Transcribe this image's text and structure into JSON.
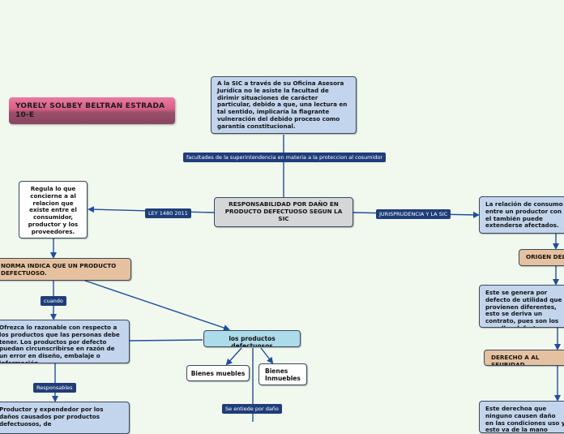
{
  "student": {
    "name_line1": "YORELY SOLBEY BELTRAN ESTRADA",
    "name_line2": "10-E"
  },
  "nodes": {
    "sic_role": "A la SIC a través de su Oficina Asesora Jurídica no le asiste la facultad de dirimir situaciones de carácter particular, debido a que, una lectura en tal sentido, implicaría la flagrante vulneración del debido proceso como garantía constitucional.",
    "central": "RESPONSABILIDAD POR DAÑO EN PRODUCTO DEFECTUOSO SEGUN LA SIC",
    "regula": "Regula lo que concierne a al relacion que existe entre el consumidor, productor y los proveedores.",
    "norma": "NORMA INDICA QUE UN PRODUCTO DEFECTUOSO.",
    "ofrezca": "Ofrezca lo razonable con respecto a los productos que las personas debe tener. Los productos por defecto puedan circunscribirse en razón de un error en diseño, embalaje o información.",
    "productos_defectuosos": "los productos defectuosos",
    "bienes_muebles": "Bienes muebles",
    "bienes_inmuebles": "Bienes Inmuebles",
    "productor_expendedor": "Productor y expendedor por los daños causados por productos defectuosos, de",
    "relacion_consumo": "La relación de consumo entre un productor con el también puede extenderse afectados.",
    "origen": "ORIGEN DEL",
    "se_genera": "Este se genera por defecto de utilidad que provienen diferentes, esto se deriva un contrato, pues son los aquellos defectos.",
    "derecho": "DERECHO A AL SEURIDAD",
    "este_derecho": "Este derechoa que ninguno causen daño en las condiciones uso y esto va de la mano"
  },
  "links": {
    "facultades": "facultades de la superintendencia en materia a la proteccion al cosumidor",
    "ley": "LEY 1480 2011",
    "jurisprudencia": "JURISPRUDENCIA Y LA SIC",
    "cuando": "cuando",
    "responsables": "Responsables",
    "se_entiende": "Se entiede por daño"
  }
}
